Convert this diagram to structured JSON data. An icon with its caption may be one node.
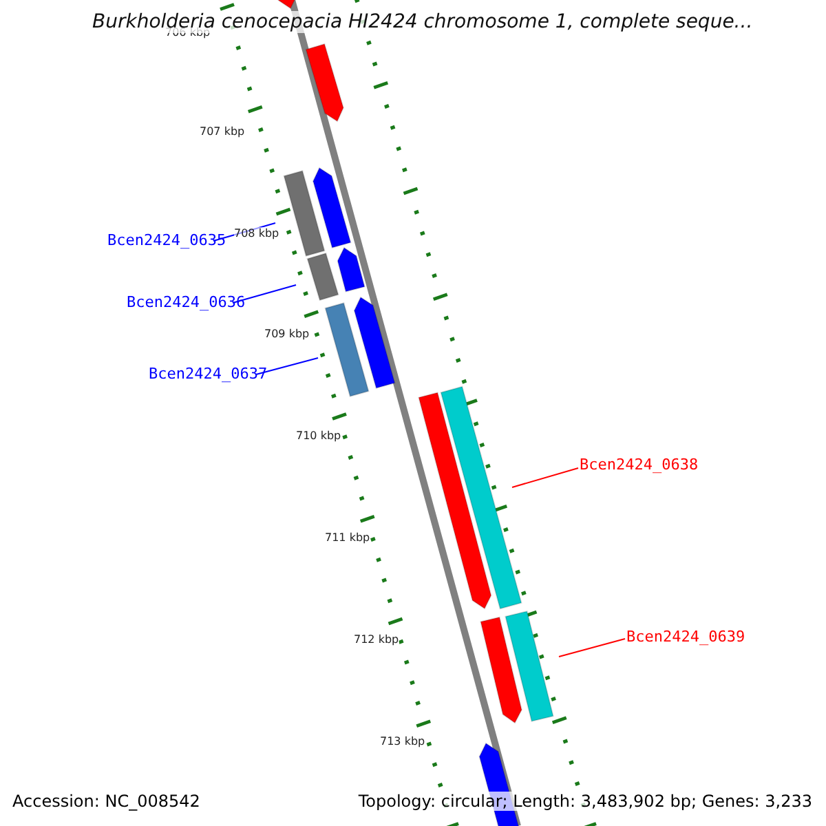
{
  "diagram": {
    "title": "Burkholderia cenocepacia HI2424 chromosome 1, complete seque...",
    "nodes": [
      {
        "text": [
          "Bcen2424_0635"
        ]
      },
      {
        "text": [
          "Bcen2424_0636"
        ]
      },
      {
        "text": [
          "Bcen2424_0637"
        ]
      },
      {
        "text": [
          "Bcen2424_0638"
        ]
      },
      {
        "text": [
          "Bcen2424_0639"
        ]
      },
      {
        "text": [],
        "shape": "bar"
      },
      {
        "text": [],
        "shape": "bar"
      },
      {
        "text": [],
        "shape": "bar"
      },
      {
        "text": [],
        "shape": "bar"
      },
      {
        "text": [],
        "shape": "bar"
      },
      {
        "text": [],
        "shape": "bar"
      },
      {
        "text": [],
        "shape": "bar"
      },
      {
        "text": [],
        "shape": "bar"
      },
      {
        "text": [],
        "shape": "bar"
      },
      {
        "text": [],
        "shape": "bar"
      },
      {
        "text": [],
        "shape": "bar"
      },
      {
        "text": [],
        "shape": "bar"
      },
      {
        "text": [],
        "shape": "bar"
      }
    ],
    "edges": [
      {
        "from": 0,
        "to": 7,
        "arrow": "none"
      },
      {
        "from": 1,
        "to": 9,
        "arrow": "none"
      },
      {
        "from": 2,
        "to": 11,
        "arrow": "none"
      },
      {
        "from": 3,
        "to": 13,
        "arrow": "none",
        "color": "#ff0000"
      },
      {
        "from": 4,
        "to": 15,
        "arrow": "none",
        "color": "#ff0000"
      }
    ],
    "labels": [
      "706 kbp",
      "707 kbp",
      "708 kbp",
      "709 kbp",
      "710 kbp",
      "711 kbp",
      "712 kbp",
      "713 kbp",
      "Accession: NC_008542",
      "Topology: circular; Length: 3,483,902 bp; Genes: 3,233"
    ]
  }
}
